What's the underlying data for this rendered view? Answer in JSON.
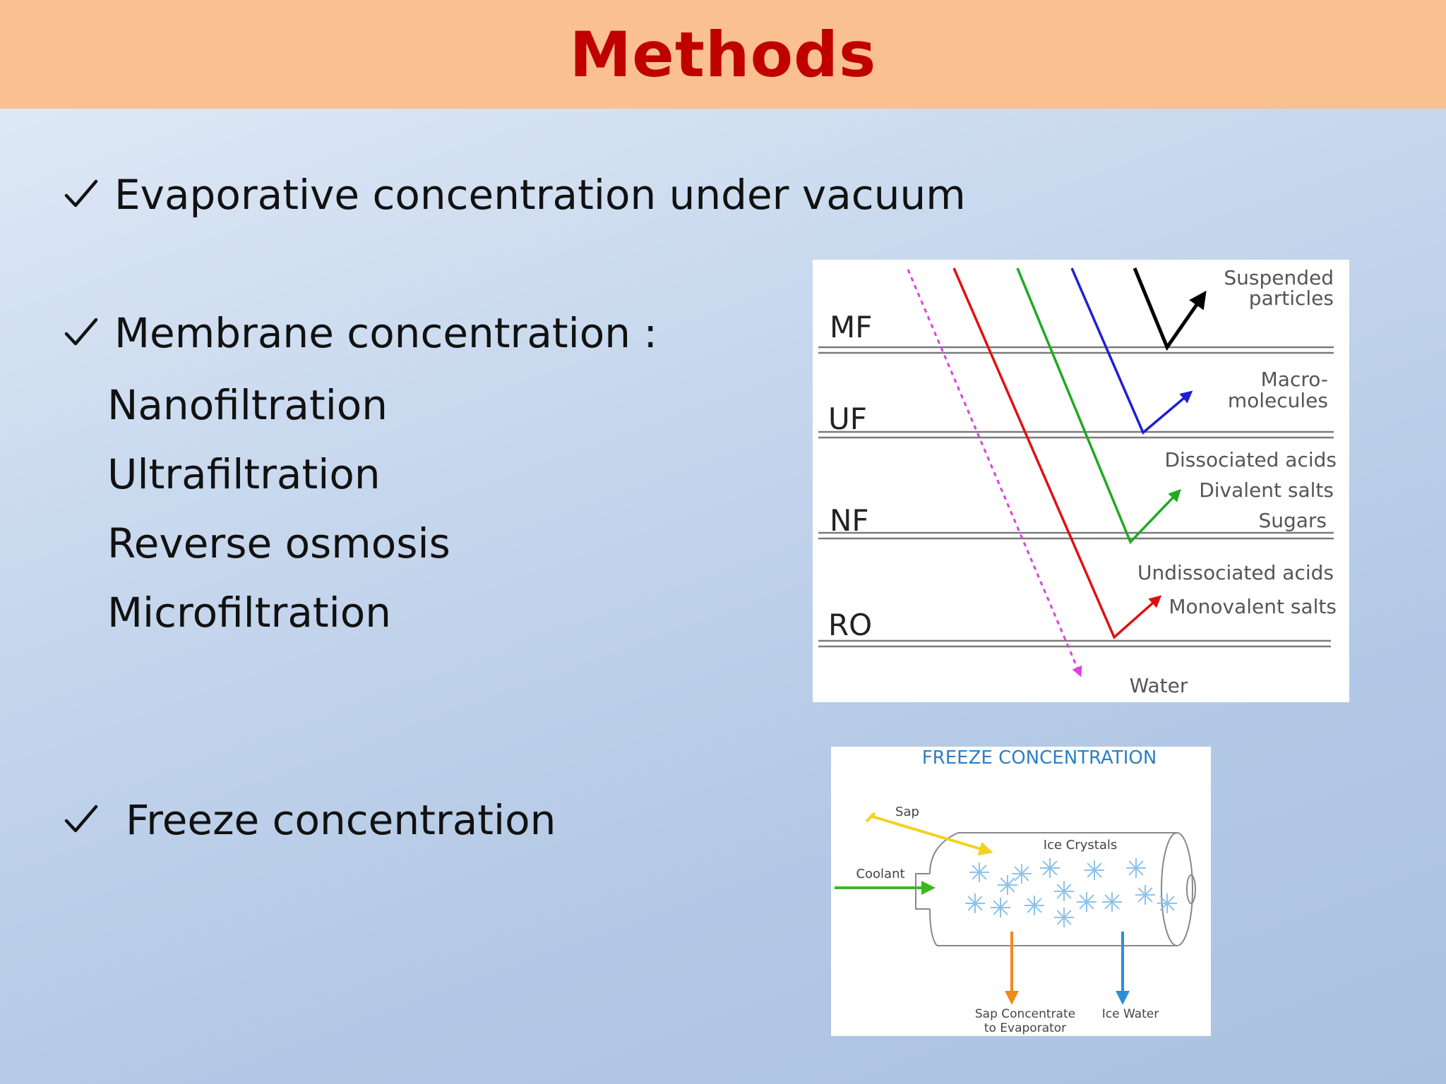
{
  "slide": {
    "title": "Methods"
  },
  "bullets": [
    {
      "text": "Evaporative concentration under vacuum"
    },
    {
      "text": "Membrane concentration :"
    },
    {
      "text": "Freeze concentration"
    }
  ],
  "membrane_types": [
    "Nanofiltration",
    "Ultrafiltration",
    "Reverse osmosis",
    "Microfiltration"
  ],
  "membrane_diagram": {
    "layers": [
      "MF",
      "UF",
      "NF",
      "RO"
    ],
    "retained": {
      "mf_line1": "Suspended",
      "mf_line2": "particles",
      "uf_line1": "Macro-",
      "uf_line2": "molecules",
      "nf_line1": "Dissociated acids",
      "nf_line2": "Divalent salts",
      "nf_line3": "Sugars",
      "ro_line1": "Undissociated  acids",
      "ro_line2": "Monovalent salts"
    },
    "permeate": "Water",
    "colors": {
      "mf": "#000000",
      "uf": "#1f1fd0",
      "nf": "#1faa1f",
      "ro": "#e01010",
      "water": "#e040e0"
    }
  },
  "freeze_diagram": {
    "title": "FREEZE CONCENTRATION",
    "sap": "Sap",
    "coolant": "Coolant",
    "ice_crystals": "Ice Crystals",
    "concentrate_line1": "Sap Concentrate",
    "concentrate_line2": "to Evaporator",
    "ice_water": "Ice Water",
    "colors": {
      "title": "#2e7fc4",
      "sap": "#f2d21e",
      "coolant": "#3cb81e",
      "concentrate": "#f08a1e",
      "ice_water": "#2b8fd8",
      "crystal": "#8cc3ea"
    }
  }
}
